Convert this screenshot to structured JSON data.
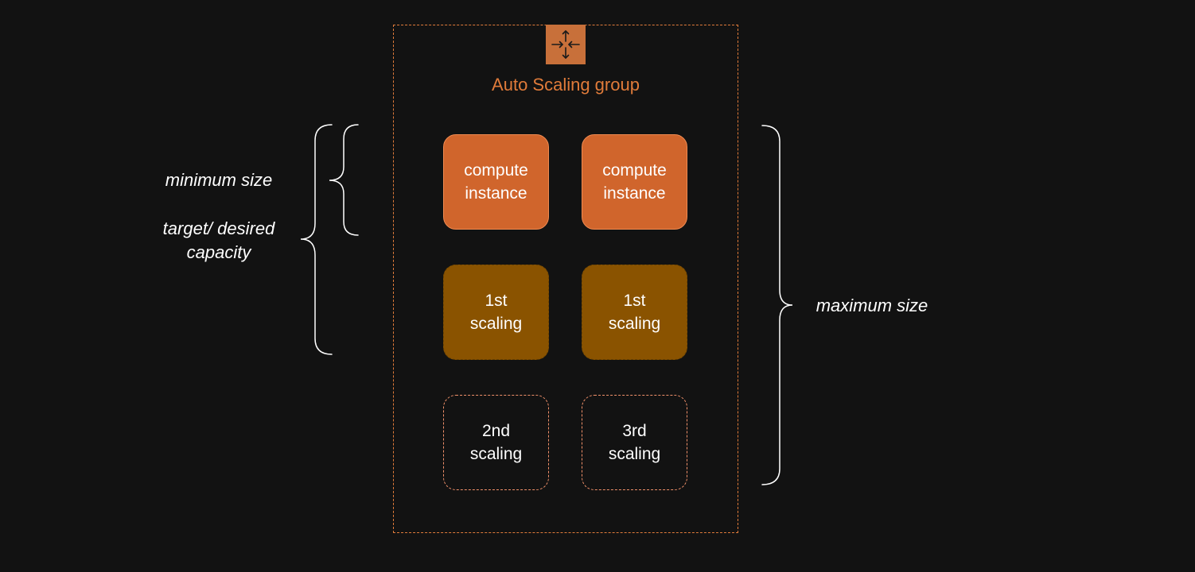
{
  "group": {
    "title": "Auto Scaling group",
    "icon": "auto-scaling-icon",
    "border_color": "#e07b3a",
    "icon_color": "#c8703a"
  },
  "nodes": {
    "row1": [
      {
        "line1": "compute",
        "line2": "instance"
      },
      {
        "line1": "compute",
        "line2": "instance"
      }
    ],
    "row2": [
      {
        "line1": "1st",
        "line2": "scaling"
      },
      {
        "line1": "1st",
        "line2": "scaling"
      }
    ],
    "row3": [
      {
        "line1": "2nd",
        "line2": "scaling"
      },
      {
        "line1": "3rd",
        "line2": "scaling"
      }
    ]
  },
  "labels": {
    "minimum": "minimum size",
    "target_line1": "target/ desired",
    "target_line2": "capacity",
    "maximum": "maximum size"
  },
  "colors": {
    "background": "#121212",
    "instance_fill": "#d0652c",
    "first_scaling_fill": "#8a5300",
    "later_scaling_border": "#f0906a",
    "text": "#ffffff"
  }
}
